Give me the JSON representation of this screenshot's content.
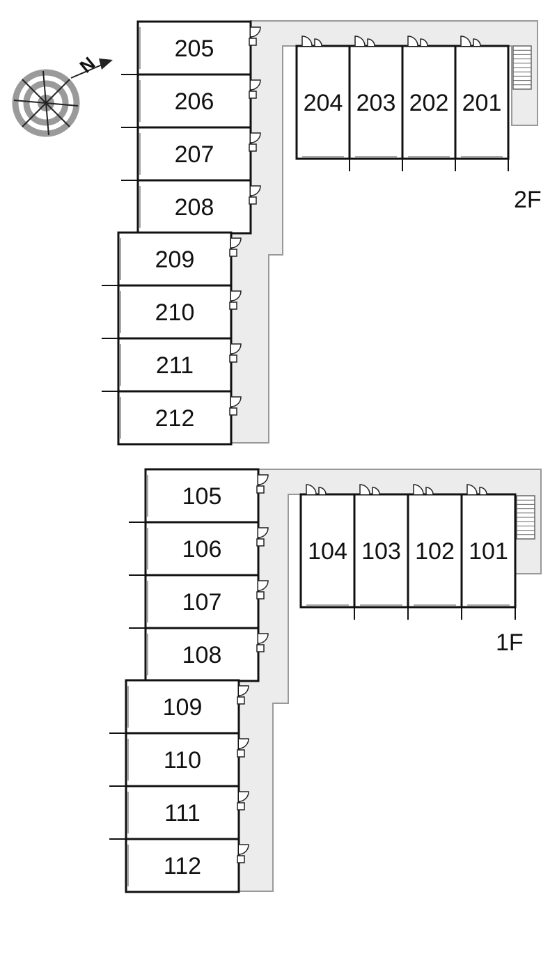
{
  "compass": {
    "label": "N",
    "icon": "compass-north-icon"
  },
  "floors": [
    {
      "id": "2F",
      "label": "2F",
      "rooms": [
        "205",
        "206",
        "207",
        "208",
        "209",
        "210",
        "211",
        "212",
        "204",
        "203",
        "202",
        "201"
      ]
    },
    {
      "id": "1F",
      "label": "1F",
      "rooms": [
        "105",
        "106",
        "107",
        "108",
        "109",
        "110",
        "111",
        "112",
        "104",
        "103",
        "102",
        "101"
      ]
    }
  ],
  "colors": {
    "corridor": "#ececec",
    "wall": "#111111",
    "outline": "#999999"
  }
}
